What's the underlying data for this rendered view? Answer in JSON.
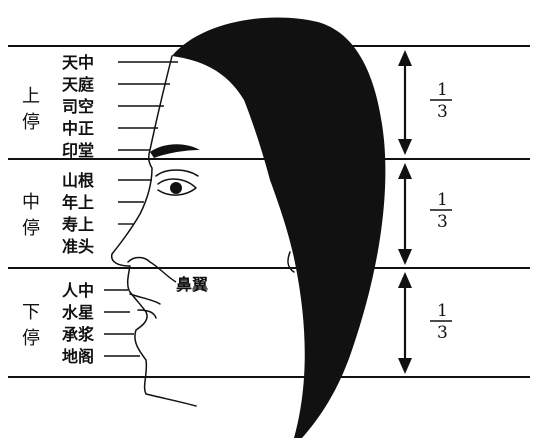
{
  "zones": [
    {
      "top": "上",
      "bottom": "停"
    },
    {
      "top": "中",
      "bottom": "停"
    },
    {
      "top": "下",
      "bottom": "停"
    }
  ],
  "labels": {
    "upper": [
      "天中",
      "天庭",
      "司空",
      "中正",
      "印堂"
    ],
    "middle": [
      "山根",
      "年上",
      "寿上",
      "准头"
    ],
    "lower": [
      "人中",
      "水星",
      "承浆",
      "地阁"
    ],
    "nose_wing": "鼻翼"
  },
  "fraction": {
    "numerator": "1",
    "denominator": "3"
  }
}
